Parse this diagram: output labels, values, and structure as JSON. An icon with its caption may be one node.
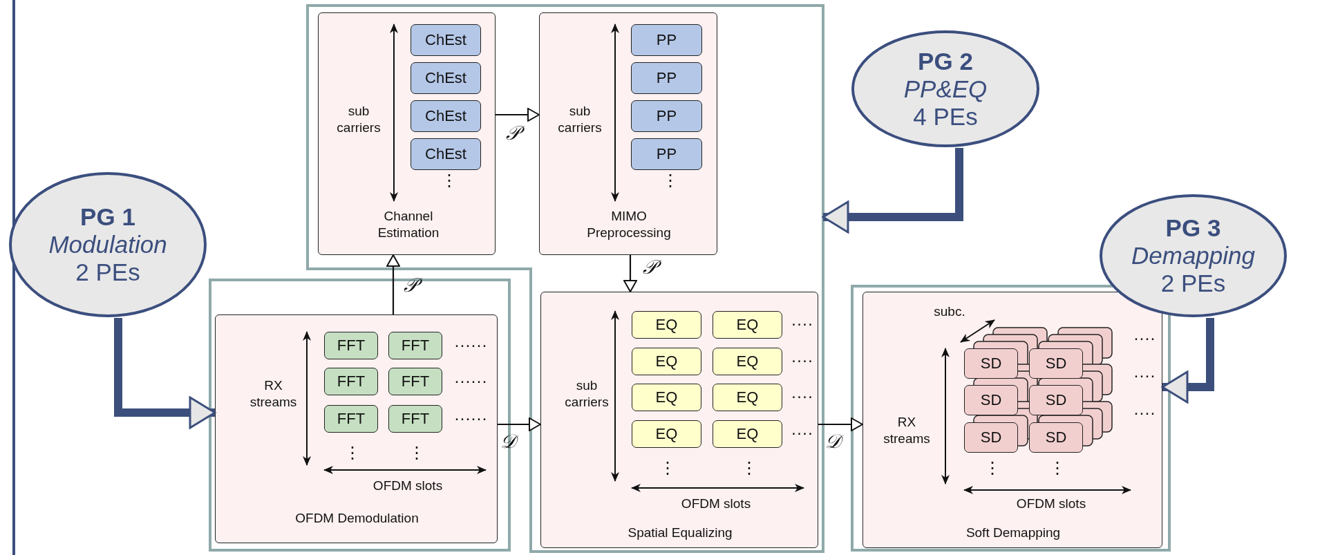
{
  "diagram": {
    "nodes": [
      {
        "text": [],
        "shape": "box"
      },
      {
        "text": [
          "sub carriers",
          "⋮",
          "Channel Estimation"
        ],
        "in": 0
      },
      {
        "text": [
          "ChEst"
        ],
        "in": 1
      },
      {
        "text": [
          "ChEst"
        ],
        "in": 1
      },
      {
        "text": [
          "ChEst"
        ],
        "in": 1
      },
      {
        "text": [
          "ChEst"
        ],
        "in": 1
      },
      {
        "text": [
          "sub carriers",
          "⋮",
          "MIMO Preprocessing"
        ],
        "in": 0
      },
      {
        "text": [
          "PP"
        ],
        "in": 6
      },
      {
        "text": [
          "PP"
        ],
        "in": 6
      },
      {
        "text": [
          "PP"
        ],
        "in": 6
      },
      {
        "text": [
          "PP"
        ],
        "in": 6
      },
      {
        "text": [
          "PG 2",
          "PP&EQ",
          "4 PEs"
        ]
      },
      {
        "text": [
          "PG 1",
          "Modulation",
          "2 PEs"
        ]
      },
      {
        "text": [
          "PG 3",
          "Demapping",
          "2 PEs"
        ]
      },
      {
        "text": [
          "····",
          "····",
          "sub carriers",
          "····",
          "····",
          "⋮",
          "⋮",
          "OFDM slots",
          "Spatial Equalizing"
        ],
        "in": 0
      },
      {
        "text": [
          "EQ"
        ],
        "in": 14
      },
      {
        "text": [
          "EQ"
        ],
        "in": 14
      },
      {
        "text": [
          "EQ"
        ],
        "in": 14
      },
      {
        "text": [
          "EQ"
        ],
        "in": 14
      },
      {
        "text": [
          "EQ"
        ],
        "in": 14
      },
      {
        "text": [
          "EQ"
        ],
        "in": 14
      },
      {
        "text": [
          "EQ"
        ],
        "in": 14
      },
      {
        "text": [
          "EQ"
        ],
        "in": 14
      },
      {
        "text": [],
        "shape": "box"
      },
      {
        "text": [
          "······",
          "RX streams",
          "······",
          "······",
          "⋮",
          "⋮",
          "OFDM slots",
          "OFDM Demodulation"
        ],
        "in": 23
      },
      {
        "text": [
          "FFT"
        ],
        "in": 24
      },
      {
        "text": [
          "FFT"
        ],
        "in": 24
      },
      {
        "text": [
          "FFT"
        ],
        "in": 24
      },
      {
        "text": [
          "FFT"
        ],
        "in": 24
      },
      {
        "text": [
          "FFT"
        ],
        "in": 24
      },
      {
        "text": [
          "FFT"
        ],
        "in": 24
      },
      {
        "text": [],
        "shape": "box"
      },
      {
        "text": [
          "subc.",
          "····",
          "····",
          "····",
          "RX streams",
          "⋮",
          "⋮",
          "OFDM slots",
          "Soft Demapping"
        ],
        "in": 31
      },
      {
        "text": [
          "SD"
        ],
        "in": 32
      },
      {
        "text": [
          "SD"
        ],
        "in": 32
      },
      {
        "text": [
          "SD"
        ],
        "in": 32
      },
      {
        "text": [
          "SD"
        ],
        "in": 32
      },
      {
        "text": [
          "SD"
        ],
        "in": 32
      },
      {
        "text": [
          "SD"
        ],
        "in": 32
      }
    ],
    "edges": [
      {
        "from": 1,
        "to": 6,
        "arrow": "to",
        "label": "𝒫"
      },
      {
        "from": 24,
        "to": 1,
        "arrow": "to",
        "label": "𝒫"
      },
      {
        "from": 6,
        "to": 14,
        "arrow": "to",
        "label": "𝒫"
      },
      {
        "from": 24,
        "to": 14,
        "arrow": "to",
        "label": "𝒟"
      },
      {
        "from": 14,
        "to": 32,
        "arrow": "to",
        "label": "𝒟"
      },
      {
        "from": 12,
        "to": 24,
        "arrow": "to",
        "style": "thick",
        "color": "#3c4f7c"
      },
      {
        "from": 11,
        "to": 0,
        "arrow": "to",
        "style": "thick",
        "color": "#3c4f7c"
      },
      {
        "from": 13,
        "to": 32,
        "arrow": "to",
        "style": "thick",
        "color": "#3c4f7c"
      }
    ]
  }
}
